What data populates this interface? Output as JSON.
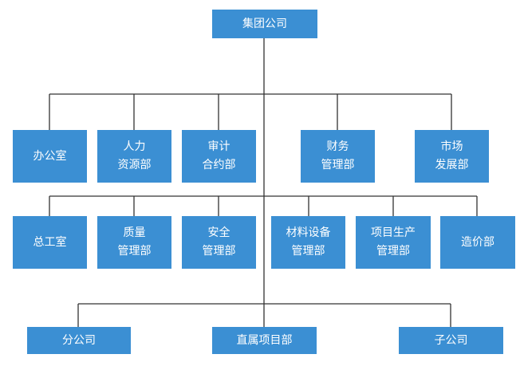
{
  "root": {
    "label": "集团公司"
  },
  "tier1": [
    {
      "label": "办公室"
    },
    {
      "label": "人力\n资源部"
    },
    {
      "label": "审计\n合约部"
    },
    {
      "label": "财务\n管理部"
    },
    {
      "label": "市场\n发展部"
    }
  ],
  "tier2": [
    {
      "label": "总工室"
    },
    {
      "label": "质量\n管理部"
    },
    {
      "label": "安全\n管理部"
    },
    {
      "label": "材料设备\n管理部"
    },
    {
      "label": "项目生产\n管理部"
    },
    {
      "label": "造价部"
    }
  ],
  "tier3": [
    {
      "label": "分公司"
    },
    {
      "label": "直属项目部"
    },
    {
      "label": "子公司"
    }
  ],
  "colors": {
    "box": "#3b8fd3",
    "line": "#333333",
    "text": "#ffffff"
  }
}
